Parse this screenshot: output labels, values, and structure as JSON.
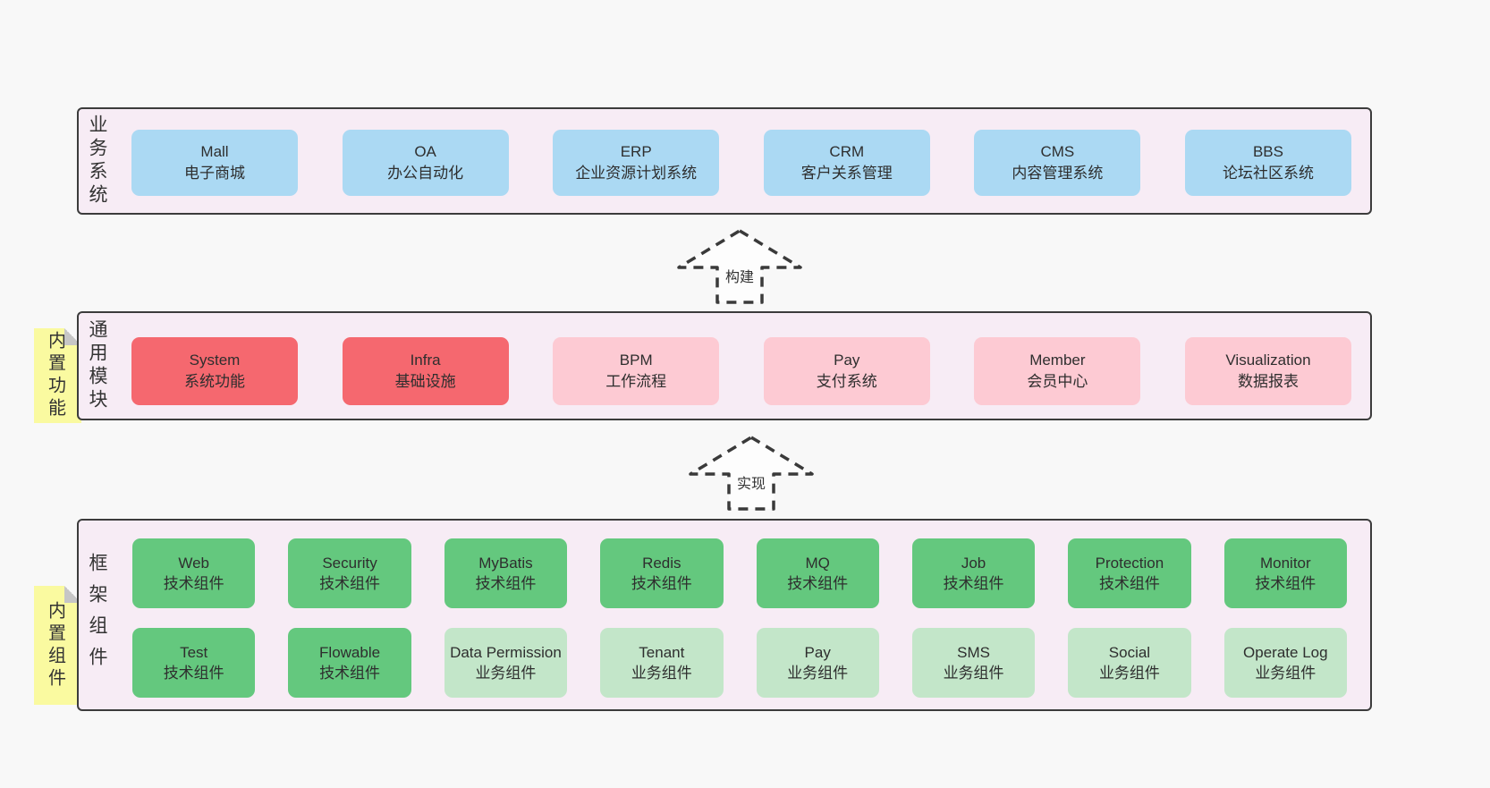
{
  "diagram": {
    "sections": {
      "business": {
        "label": "业务系统",
        "boxes": [
          {
            "name": "Mall",
            "desc": "电子商城"
          },
          {
            "name": "OA",
            "desc": "办公自动化"
          },
          {
            "name": "ERP",
            "desc": "企业资源计划系统"
          },
          {
            "name": "CRM",
            "desc": "客户关系管理"
          },
          {
            "name": "CMS",
            "desc": "内容管理系统"
          },
          {
            "name": "BBS",
            "desc": "论坛社区系统"
          }
        ]
      },
      "modules": {
        "label": "通用模块",
        "sticky_note": "内置功能",
        "boxes": [
          {
            "name": "System",
            "desc": "系统功能",
            "variant": "red"
          },
          {
            "name": "Infra",
            "desc": "基础设施",
            "variant": "red"
          },
          {
            "name": "BPM",
            "desc": "工作流程",
            "variant": "pink"
          },
          {
            "name": "Pay",
            "desc": "支付系统",
            "variant": "pink"
          },
          {
            "name": "Member",
            "desc": "会员中心",
            "variant": "pink"
          },
          {
            "name": "Visualization",
            "desc": "数据报表",
            "variant": "pink"
          }
        ]
      },
      "components": {
        "label": "框架组件",
        "sticky_note": "内置组件",
        "row1": [
          {
            "name": "Web",
            "desc": "技术组件",
            "variant": "green"
          },
          {
            "name": "Security",
            "desc": "技术组件",
            "variant": "green"
          },
          {
            "name": "MyBatis",
            "desc": "技术组件",
            "variant": "green"
          },
          {
            "name": "Redis",
            "desc": "技术组件",
            "variant": "green"
          },
          {
            "name": "MQ",
            "desc": "技术组件",
            "variant": "green"
          },
          {
            "name": "Job",
            "desc": "技术组件",
            "variant": "green"
          },
          {
            "name": "Protection",
            "desc": "技术组件",
            "variant": "green"
          },
          {
            "name": "Monitor",
            "desc": "技术组件",
            "variant": "green"
          }
        ],
        "row2": [
          {
            "name": "Test",
            "desc": "技术组件",
            "variant": "green"
          },
          {
            "name": "Flowable",
            "desc": "技术组件",
            "variant": "green"
          },
          {
            "name": "Data Permission",
            "desc": "业务组件",
            "variant": "lightgreen"
          },
          {
            "name": "Tenant",
            "desc": "业务组件",
            "variant": "lightgreen"
          },
          {
            "name": "Pay",
            "desc": "业务组件",
            "variant": "lightgreen"
          },
          {
            "name": "SMS",
            "desc": "业务组件",
            "variant": "lightgreen"
          },
          {
            "name": "Social",
            "desc": "业务组件",
            "variant": "lightgreen"
          },
          {
            "name": "Operate Log",
            "desc": "业务组件",
            "variant": "lightgreen"
          }
        ]
      }
    },
    "arrows": [
      {
        "label": "构建"
      },
      {
        "label": "实现"
      }
    ],
    "colors": {
      "page_bg": "#f8f8f8",
      "section_bg": "#f7ecf5",
      "section_border": "#3c3c3c",
      "blue": "#abd9f3",
      "red": "#f5686f",
      "pink": "#fdcad3",
      "green": "#64c87e",
      "light_green": "#c3e6c9",
      "sticky_yellow": "#fafaa0",
      "text": "#2e2e2e"
    }
  }
}
